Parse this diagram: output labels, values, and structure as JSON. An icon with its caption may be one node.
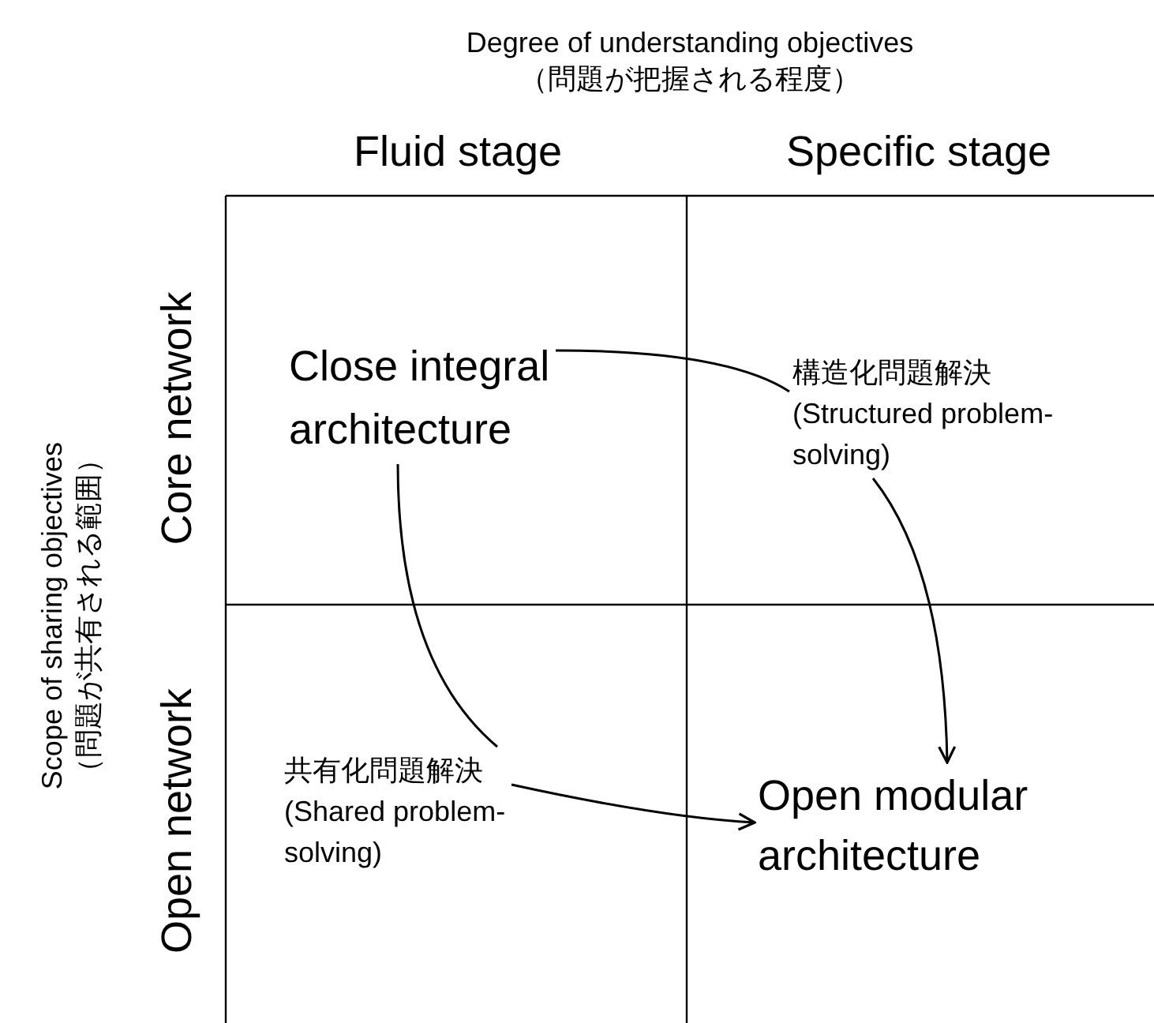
{
  "diagram": {
    "nodes": [
      {
        "text": [
          "Close integral architecture"
        ]
      },
      {
        "text": [
          "構造化問題解決 (Structured problem-solving)"
        ]
      },
      {
        "text": [
          "共有化問題解決 (Shared problem-solving)"
        ]
      },
      {
        "text": [
          "Open modular architecture"
        ]
      }
    ],
    "edges": [
      {
        "from": 0,
        "to": 1,
        "arrow": "none"
      },
      {
        "from": 1,
        "to": 3,
        "arrow": "to"
      },
      {
        "from": 0,
        "to": 2,
        "arrow": "none"
      },
      {
        "from": 2,
        "to": 3,
        "arrow": "to"
      }
    ],
    "labels": [
      "Degree of understanding objectives （問題が把握される程度）",
      "Fluid stage",
      "Specific stage",
      "Scope of sharing objectives （問題が共有される範囲）",
      "Core network",
      "Open network"
    ]
  }
}
